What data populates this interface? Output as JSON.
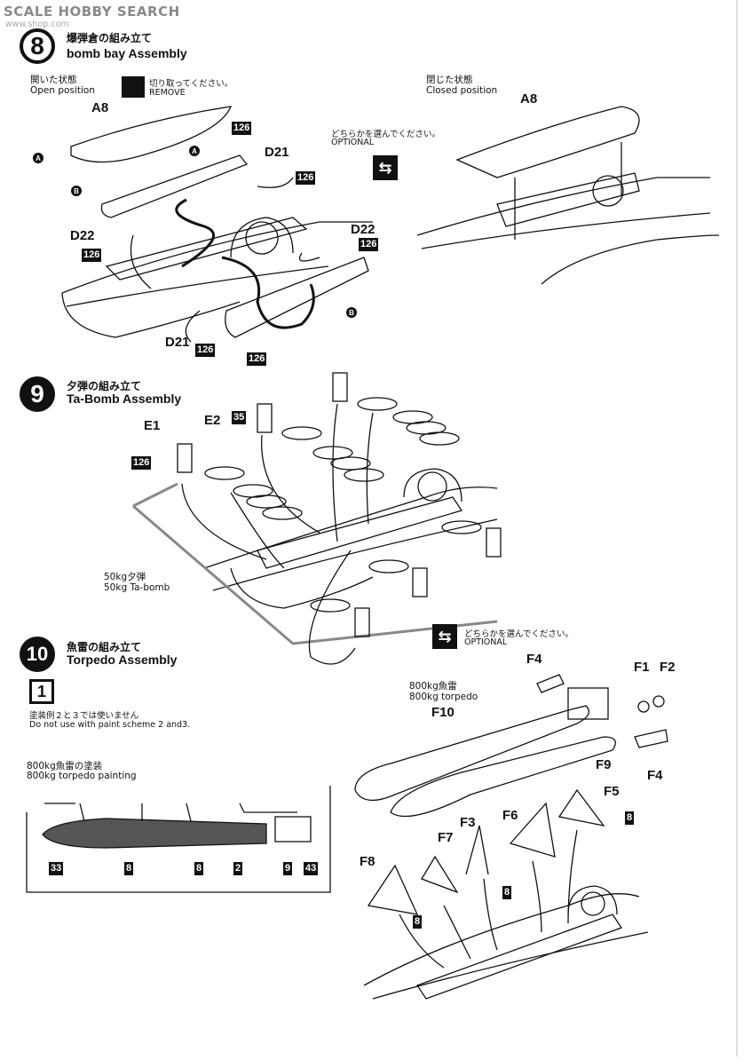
{
  "watermark": "SCALE HOBBY SEARCH",
  "watermark_sub": "www.shop.com",
  "step8": {
    "number": "8",
    "title_jp": "爆弾倉の組み立て",
    "title_en": "bomb bay Assembly",
    "open_jp": "開いた状態",
    "open_en": "Open position",
    "closed_jp": "閉じた状態",
    "closed_en": "Closed position",
    "remove_jp": "切り取ってください。",
    "remove_en": "REMOVE",
    "optional_jp": "どちらかを選んでください。",
    "optional_en": "OPTIONAL",
    "parts": {
      "a8_left": "A8",
      "a8_right": "A8",
      "d21_top": "D21",
      "d22_left": "D22",
      "d22_right": "D22",
      "d21_bottom": "D21"
    },
    "markers": {
      "a": "A",
      "b": "B"
    },
    "color_code": "126"
  },
  "step9": {
    "number": "9",
    "title_jp": "夕弾の組み立て",
    "title_en": "Ta-Bomb Assembly",
    "parts": {
      "e1": "E1",
      "e2": "E2"
    },
    "codes": {
      "c126": "126",
      "c35": "35"
    },
    "bomb_jp": "50kg夕弾",
    "bomb_en": "50kg Ta-bomb"
  },
  "step10": {
    "number": "10",
    "title_jp": "魚雷の組み立て",
    "title_en": "Torpedo Assembly",
    "optional_jp": "どちらかを選んでください。",
    "optional_en": "OPTIONAL",
    "scheme_icon": "1",
    "scheme_note_jp": "塗装例２と３では使いません",
    "scheme_note_en": "Do not use with paint scheme 2 and3.",
    "painting_jp": "800kg魚雷の塗装",
    "painting_en": "800kg torpedo painting",
    "torpedo_jp": "800kg魚雷",
    "torpedo_en": "800kg torpedo",
    "parts": {
      "f1": "F1",
      "f2": "F2",
      "f3": "F3",
      "f4a": "F4",
      "f4b": "F4",
      "f5": "F5",
      "f6": "F6",
      "f7": "F7",
      "f8": "F8",
      "f9": "F9",
      "f10": "F10"
    },
    "paint_codes": {
      "c33": "33",
      "c8a": "8",
      "c8b": "8",
      "c2": "2",
      "c9": "9",
      "c43": "43",
      "c8": "8"
    }
  }
}
